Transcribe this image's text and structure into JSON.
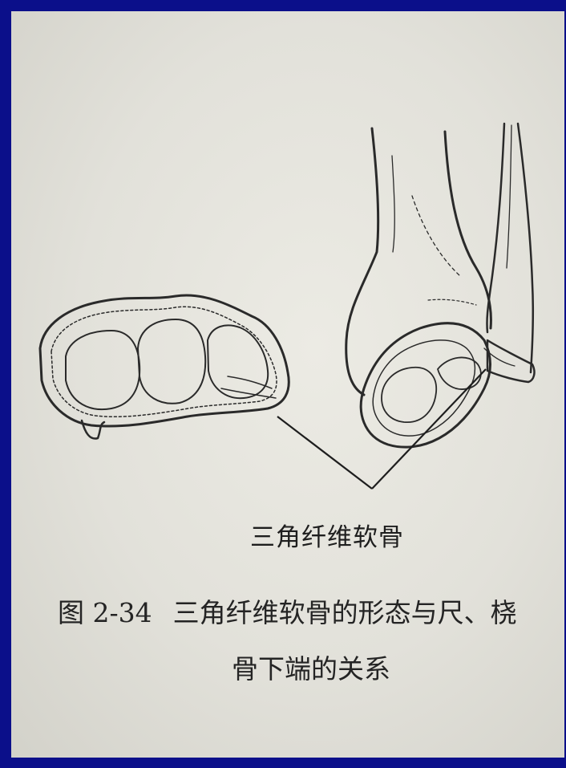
{
  "figure": {
    "label": "三角纤维软骨",
    "caption_number": "图 2-34",
    "caption_line1": "三角纤维软骨的形态与尺、桡",
    "caption_line2": "骨下端的关系"
  },
  "colors": {
    "border": "#0b0f8a",
    "paper": "#e6e5de",
    "ink": "#242424"
  }
}
